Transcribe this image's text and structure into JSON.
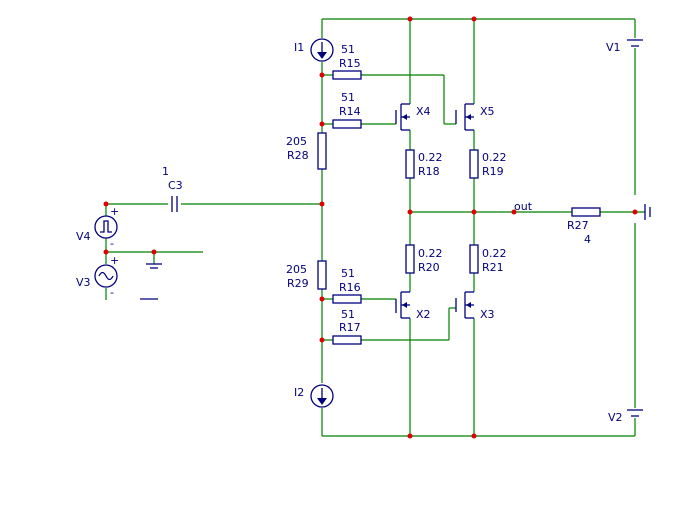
{
  "schematic": {
    "components": {
      "V1": {
        "ref": "V1"
      },
      "V2": {
        "ref": "V2"
      },
      "V3": {
        "ref": "V3"
      },
      "V4": {
        "ref": "V4"
      },
      "I1": {
        "ref": "I1"
      },
      "I2": {
        "ref": "I2"
      },
      "C3": {
        "ref": "C3",
        "value": "1"
      },
      "R14": {
        "ref": "R14",
        "value": "51"
      },
      "R15": {
        "ref": "R15",
        "value": "51"
      },
      "R16": {
        "ref": "R16",
        "value": "51"
      },
      "R17": {
        "ref": "R17",
        "value": "51"
      },
      "R18": {
        "ref": "R18",
        "value": "0.22"
      },
      "R19": {
        "ref": "R19",
        "value": "0.22"
      },
      "R20": {
        "ref": "R20",
        "value": "0.22"
      },
      "R21": {
        "ref": "R21",
        "value": "0.22"
      },
      "R27": {
        "ref": "R27",
        "value": "4"
      },
      "R28": {
        "ref": "R28",
        "value": "205"
      },
      "R29": {
        "ref": "R29",
        "value": "205"
      },
      "X2": {
        "ref": "X2"
      },
      "X3": {
        "ref": "X3"
      },
      "X4": {
        "ref": "X4"
      },
      "X5": {
        "ref": "X5"
      }
    },
    "nets": {
      "out": "out"
    },
    "source_signs": {
      "plus": "+",
      "minus": "-"
    },
    "colors": {
      "wire": "#008000",
      "component": "#00007f",
      "node": "#dd0000",
      "background": "#ffffff"
    }
  }
}
